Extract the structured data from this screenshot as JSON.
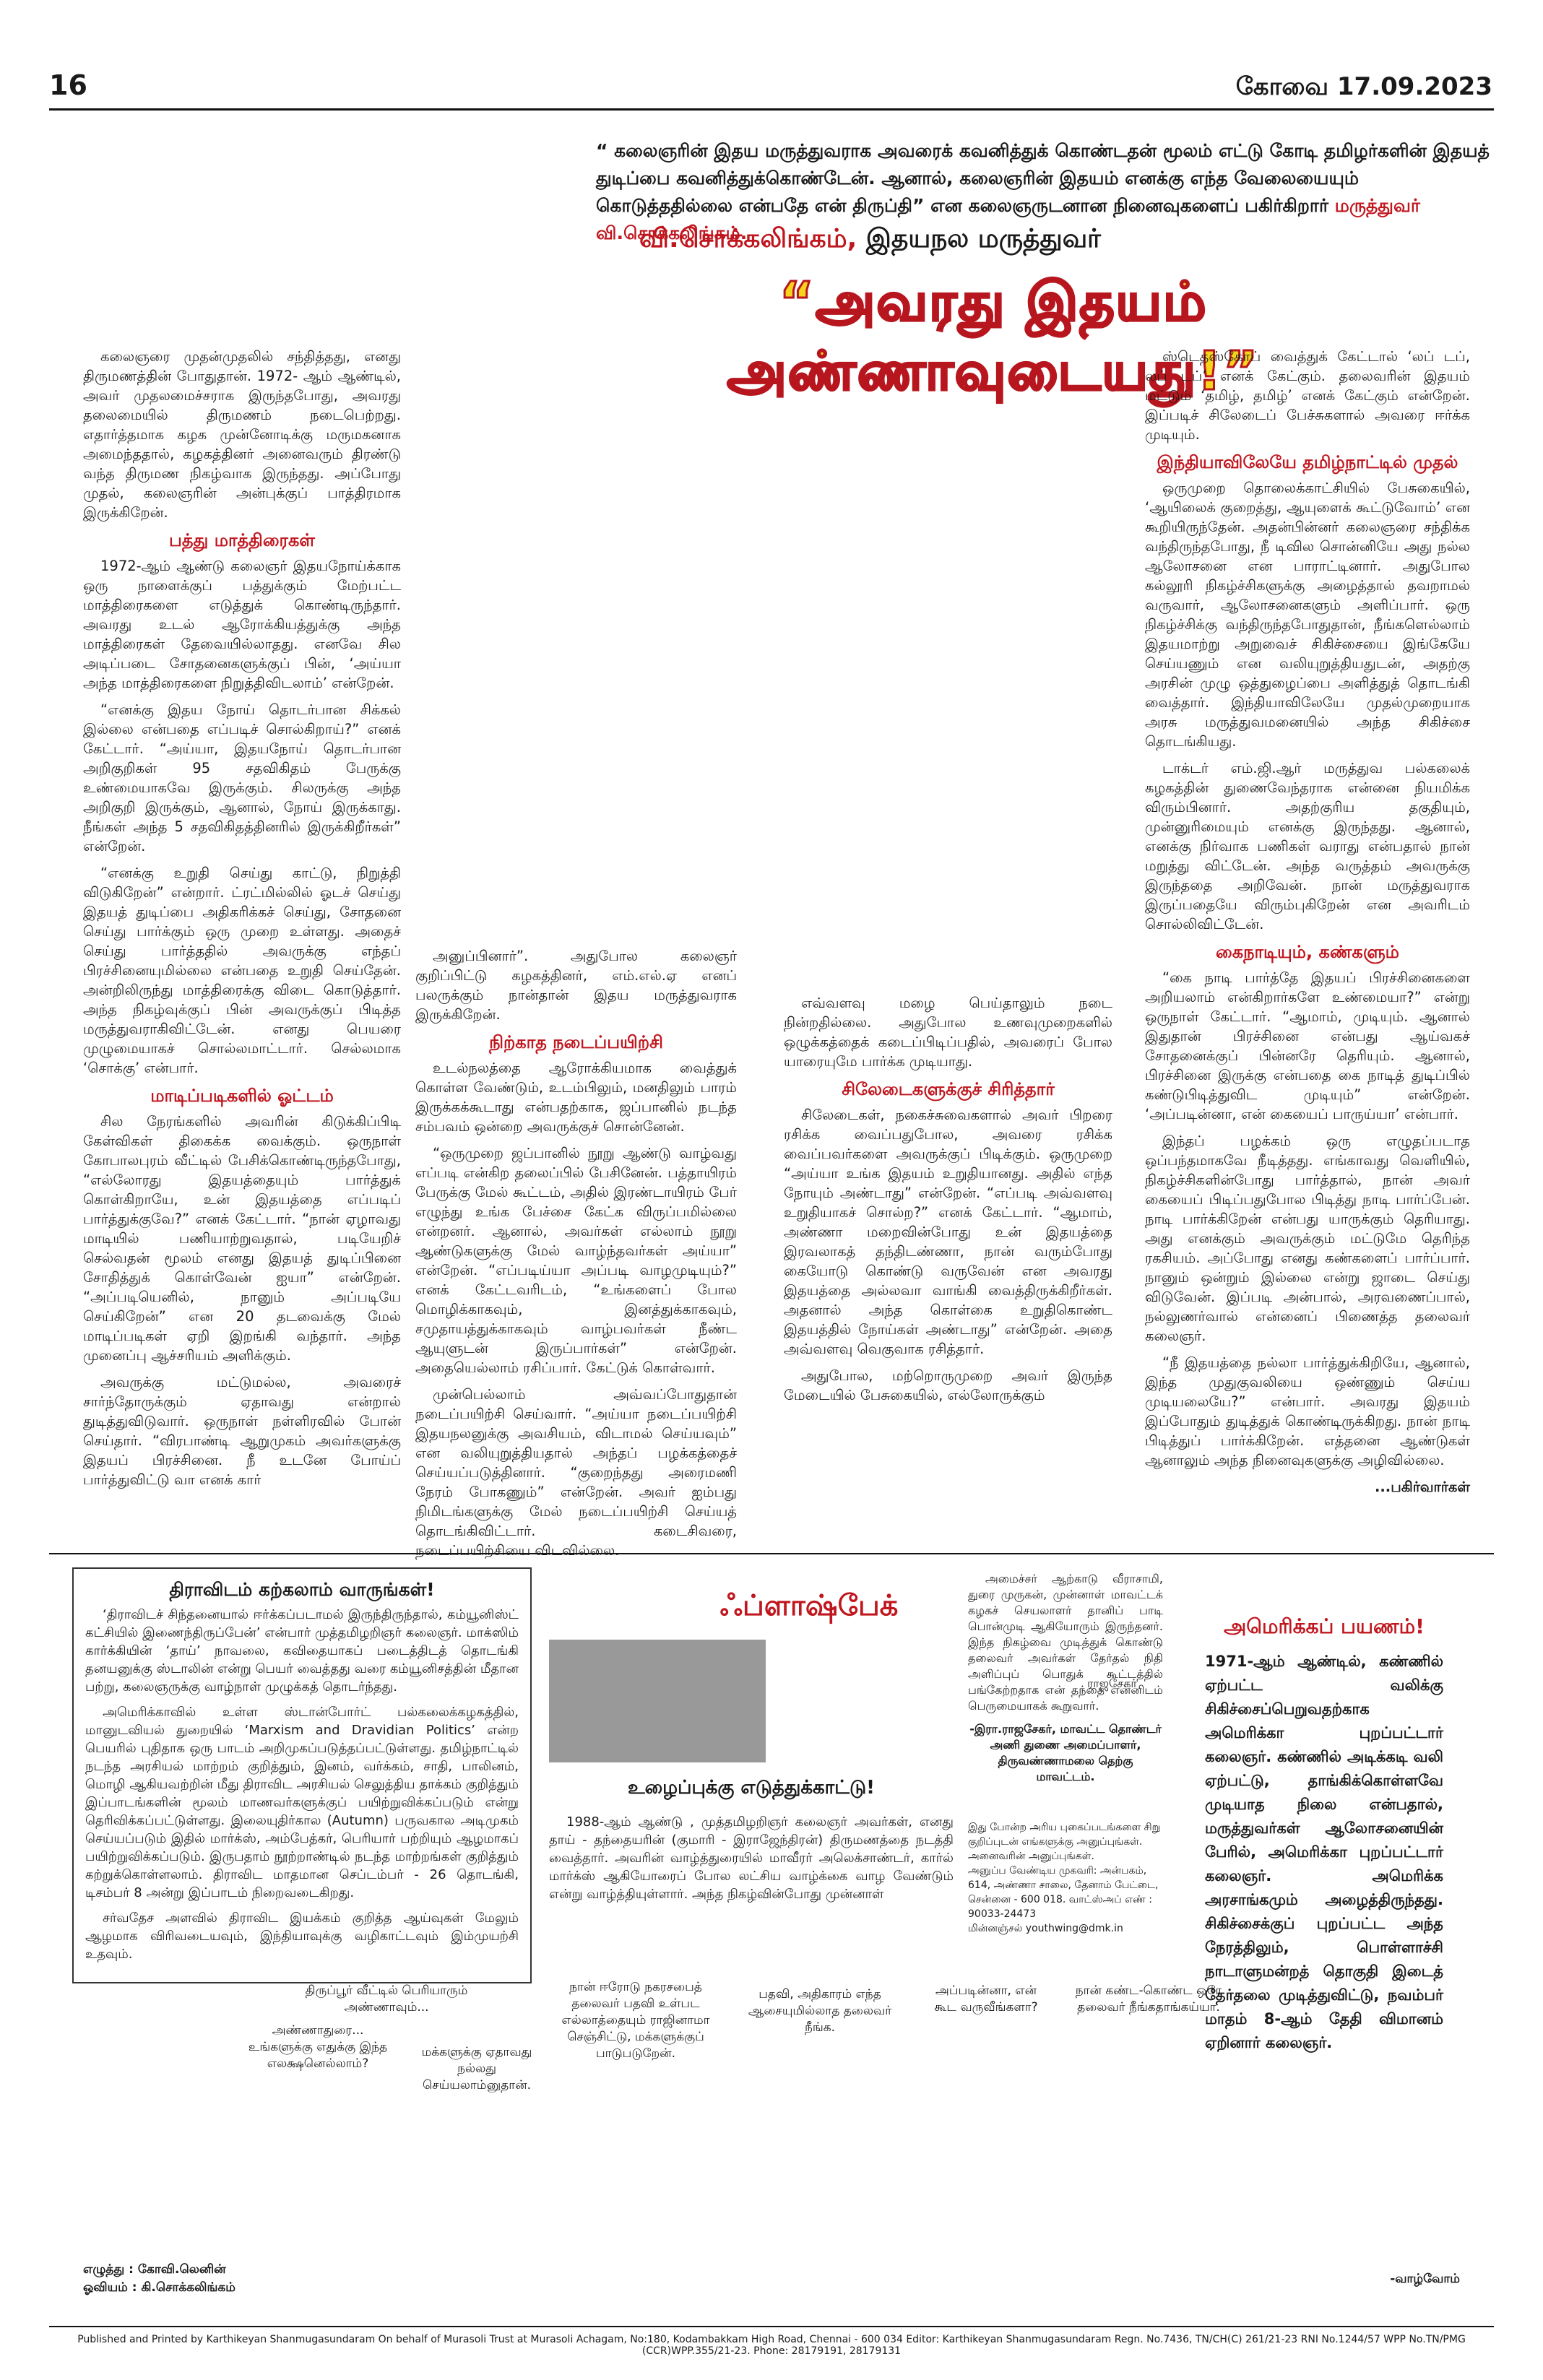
{
  "masthead": {
    "page_number": "16",
    "dateline": "கோவை  17.09.2023"
  },
  "intro": {
    "quote": "“ கலைஞரின் இதய மருத்துவராக அவரைக் கவனித்துக் கொண்டதன் மூலம் எட்டு கோடி தமிழர்களின் இதயத் துடிப்பை கவனித்துக்கொண்டேன். ஆனால், கலைஞரின் இதயம் எனக்கு எந்த வேலையையும் கொடுத்ததில்லை என்பதே என் திருப்தி” என கலைஞருடனான நினைவுகளைப் பகிர்கிறார்",
    "quote_credit": "மருத்துவர் வி.சொக்கலிங்கம்."
  },
  "byline": {
    "name": "வி.சொக்கலிங்கம்,",
    "role": "இதயநல மருத்துவர்"
  },
  "headline": "“அவரது இதயம் அண்ணாவுடையது!”",
  "columns": {
    "c1": {
      "p1": "கலைஞரை முதன்முதலில் சந்தித்தது, எனது திருமணத்தின் போதுதான். 1972- ஆம் ஆண்டில், அவர் முதலமைச்சராக இருந்தபோது, அவரது தலைமையில் திருமணம் நடைபெற்றது. எதார்த்தமாக கழக முன்னோடிக்கு மருமகனாக அமைந்ததால், கழகத்தினர் அனைவரும் திரண்டு வந்த திருமண நிகழ்வாக இருந்தது. அப்போது முதல், கலைஞரின் அன்புக்குப் பாத்திரமாக இருக்கிறேன்.",
      "s1": "பத்து மாத்திரைகள்",
      "p2": "1972-ஆம் ஆண்டு கலைஞர் இதயநோய்க்காக ஒரு நாளைக்குப் பத்துக்கும் மேற்பட்ட மாத்திரைகளை எடுத்துக் கொண்டிருந்தார். அவரது உடல் ஆரோக்கியத்துக்கு அந்த மாத்திரைகள் தேவையில்லாதது. எனவே சில அடிப்படை சோதனைகளுக்குப் பின், ‘அய்யா அந்த மாத்திரைகளை நிறுத்திவிடலாம்’ என்றேன்.",
      "p3": "“எனக்கு இதய நோய் தொடர்பான சிக்கல் இல்லை என்பதை எப்படிச் சொல்கிறாய்?” எனக் கேட்டார். “அய்யா, இதயநோய் தொடர்பான அறிகுறிகள் 95 சதவிகிதம் பேருக்கு உண்மையாகவே இருக்கும். சிலருக்கு அந்த அறிகுறி இருக்கும், ஆனால், நோய் இருக்காது. நீங்கள் அந்த 5 சதவிகிதத்தினரில் இருக்கிறீர்கள்” என்றேன்.",
      "p4": "“எனக்கு உறுதி செய்து காட்டு, நிறுத்தி விடுகிறேன்” என்றார். ட்ரட்மில்லில் ஓடச் செய்து இதயத் துடிப்பை அதிகரிக்கச் செய்து, சோதனை செய்து பார்க்கும் ஒரு முறை உள்ளது. அதைச் செய்து பார்த்ததில் அவருக்கு எந்தப் பிரச்சினையுமில்லை என்பதை உறுதி செய்தேன். அன்றிலிருந்து மாத்திரைக்கு விடை கொடுத்தார். அந்த நிகழ்வுக்குப் பின் அவருக்குப் பிடித்த மருத்துவராகிவிட்டேன். எனது பெயரை முழுமையாகச் சொல்லமாட்டார். செல்லமாக ‘சொக்கு’ என்பார்.",
      "s2": "மாடிப்படிகளில் ஓட்டம்",
      "p5": "சில நேரங்களில் அவரின் கிடுக்கிப்பிடி கேள்விகள் திகைக்க வைக்கும். ஒருநாள் கோபாலபுரம் வீட்டில் பேசிக்கொண்டிருந்தபோது, “எல்லோரது இதயத்தையும் பார்த்துக் கொள்கிறாயே, உன் இதயத்தை எப்படிப் பார்த்துக்குவே?” எனக் கேட்டார். “நான் ஏழாவது மாடியில் பணியாற்றுவதால், படியேறிச் செல்வதன் மூலம் எனது இதயத் துடிப்பினை சோதித்துக் கொள்வேன் ஐயா” என்றேன். “அப்படியெனில், நானும் அப்படியே செய்கிறேன்” என 20 தடவைக்கு மேல் மாடிப்படிகள் ஏறி இறங்கி வந்தார். அந்த முனைப்பு ஆச்சரியம் அளிக்கும்.",
      "p6": "அவருக்கு மட்டுமல்ல, அவரைச் சார்ந்தோருக்கும் ஏதாவது என்றால் துடித்துவிடுவார். ஒருநாள் நள்ளிரவில் போன் செய்தார். “விரபாண்டி ஆறுமுகம் அவர்களுக்கு இதயப் பிரச்சினை. நீ உடனே போய்ப் பார்த்துவிட்டு வா எனக் கார்"
    },
    "c2": {
      "p1": "அனுப்பினார்”. அதுபோல கலைஞர் குறிப்பிட்டு கழகத்தினர், எம்.எல்.ஏ எனப் பலருக்கும் நான்தான் இதய மருத்துவராக இருக்கிறேன்.",
      "s1": "நிற்காத நடைப்பயிற்சி",
      "p2": "உடல்நலத்தை ஆரோக்கியமாக வைத்துக் கொள்ள வேண்டும், உடம்பிலும், மனதிலும் பாரம் இருக்கக்கூடாது என்பதற்காக, ஜப்பானில் நடந்த சம்பவம் ஒன்றை அவருக்குச் சொன்னேன்.",
      "p3": "“ஒருமுறை ஜப்பானில் நூறு ஆண்டு வாழ்வது எப்படி என்கிற தலைப்பில் பேசினேன். பத்தாயிரம் பேருக்கு மேல் கூட்டம், அதில் இரண்டாயிரம் பேர் எழுந்து உங்க பேச்சை கேட்க விருப்பமில்லை என்றனர். ஆனால், அவர்கள் எல்லாம் நூறு ஆண்டுகளுக்கு மேல் வாழ்ந்தவர்கள் அய்யா” என்றேன். “எப்படிய்யா அப்படி வாழமுடியும்?” எனக் கேட்டவரிடம், “உங்களைப் போல மொழிக்காகவும், இனத்துக்காகவும், சமுதாயத்துக்காகவும் வாழ்பவர்கள் நீண்ட ஆயுளுடன் இருப்பார்கள்” என்றேன். அதையெல்லாம் ரசிப்பார். கேட்டுக் கொள்வார்.",
      "p4": "முன்பெல்லாம் அவ்வப்போதுதான் நடைப்பயிற்சி செய்வார். “அய்யா நடைப்பயிற்சி இதயநலனுக்கு அவசியம், விடாமல் செய்யவும்” என வலியுறுத்தியதால் அந்தப் பழக்கத்தைச் செய்யப்படுத்தினார். “குறைந்தது அரைமணி நேரம் போகணும்” என்றேன். அவர் ஐம்பது நிமிடங்களுக்கு மேல் நடைப்பயிற்சி செய்யத் தொடங்கிவிட்டார். கடைசிவரை, நடைப்பயிற்சியை விடவில்லை."
    },
    "c3": {
      "p1": "எவ்வளவு மழை பெய்தாலும் நடை நின்றதில்லை. அதுபோல உணவுமுறைகளில் ஒழுக்கத்தைக் கடைப்பிடிப்பதில், அவரைப் போல யாரையுமே பார்க்க முடியாது.",
      "s1": "சிலேடைகளுக்குச் சிரித்தார்",
      "p2": "சிலேடைகள், நகைச்சுவைகளால் அவர் பிறரை ரசிக்க வைப்பதுபோல, அவரை ரசிக்க வைப்பவர்களை அவருக்குப் பிடிக்கும். ஒருமுறை “அய்யா உங்க இதயம் உறுதியானது. அதில் எந்த நோயும் அண்டாது” என்றேன். “எப்படி அவ்வளவு உறுதியாகச் சொல்ற?” எனக் கேட்டார். “ஆமாம், அண்ணா மறைவின்போது உன் இதயத்தை இரவலாகத் தந்திடண்ணா, நான் வரும்போது கையோடு கொண்டு வருவேன் என அவரது இதயத்தை அல்லவா வாங்கி வைத்திருக்கிறீர்கள். அதனால் அந்த கொள்கை உறுதிகொண்ட இதயத்தில் நோய்கள் அண்டாது” என்றேன். அதை அவ்வளவு வெகுவாக ரசித்தார்.",
      "p3": "அதுபோல, மற்றொருமுறை அவர் இருந்த மேடையில் பேசுகையில், எல்லோருக்கும்"
    },
    "c4": {
      "p1": "ஸ்டெதஸ்கோப் வைத்துக் கேட்டால் ‘லப் டப், லப் டப்’ எனக் கேட்கும். தலைவரின் இதயம் மட்டும் ‘தமிழ், தமிழ்’ எனக் கேட்கும் என்றேன். இப்படிச் சிலேடைப் பேச்சுகளால் அவரை ஈர்க்க முடியும்.",
      "s1": "இந்தியாவிலேயே தமிழ்நாட்டில் முதல்",
      "p2": "ஒருமுறை தொலைக்காட்சியில் பேசுகையில், ‘ஆயிலைக் குறைத்து, ஆயுளைக் கூட்டுவோம்’ என கூறியிருந்தேன். அதன்பின்னர் கலைஞரை சந்திக்க வந்திருந்தபோது, நீ டிவில சொன்னியே அது நல்ல ஆலோசனை என பாராட்டினார். அதுபோல கல்லூரி நிகழ்ச்சிகளுக்கு அழைத்தால் தவறாமல் வருவார், ஆலோசனைகளும் அளிப்பார். ஒரு நிகழ்ச்சிக்கு வந்திருந்தபோதுதான், நீங்களெல்லாம் இதயமாற்று அறுவைச் சிகிச்சையை இங்கேயே செய்யணும் என வலியுறுத்தியதுடன், அதற்கு அரசின் முழு ஒத்துழைப்பை அளித்துத் தொடங்கி வைத்தார். இந்தியாவிலேயே முதல்முறையாக அரசு மருத்துவமனையில் அந்த சிகிச்சை தொடங்கியது.",
      "p3": "டாக்டர் எம்.ஜி.ஆர் மருத்துவ பல்கலைக் கழகத்தின் துணைவேந்தராக என்னை நியமிக்க விரும்பினார். அதற்குரிய தகுதியும், முன்னுரிமையும் எனக்கு இருந்தது. ஆனால், எனக்கு நிர்வாக பணிகள் வராது என்பதால் நான் மறுத்து விட்டேன். அந்த வருத்தம் அவருக்கு இருந்ததை அறிவேன். நான் மருத்துவராக இருப்பதையே விரும்புகிறேன் என அவரிடம் சொல்லிவிட்டேன்.",
      "s2": "கைநாடியும், கண்களும்",
      "p4": "“கை நாடி பார்த்தே இதயப் பிரச்சினைகளை அறியலாம் என்கிறார்களே உண்மையா?” என்று ஒருநாள் கேட்டார். “ஆமாம், முடியும். ஆனால் இதுதான் பிரச்சினை என்பது ஆய்வகச் சோதனைக்குப் பின்னரே தெரியும். ஆனால், பிரச்சினை இருக்கு என்பதை கை நாடித் துடிப்பில் கண்டுபிடித்துவிட முடியும்” என்றேன். ‘அப்படின்னா, என் கையைப் பாருய்யா’ என்பார்.",
      "p5": "இந்தப் பழக்கம் ஒரு எழுதப்படாத ஒப்பந்தமாகவே நீடித்தது. எங்காவது வெளியில், நிகழ்ச்சிகளின்போது பார்த்தால், நான் அவர் கையைப் பிடிப்பதுபோல பிடித்து நாடி பார்ப்பேன். நாடி பார்க்கிறேன் என்பது யாருக்கும் தெரியாது. அது எனக்கும் அவருக்கும் மட்டுமே தெரிந்த ரகசியம். அப்போது எனது கண்களைப் பார்ப்பார். நானும் ஒன்றும் இல்லை என்று ஜாடை செய்து விடுவேன். இப்படி அன்பால், அரவணைப்பால், நல்லுணர்வால் என்னைப் பிணைத்த தலைவர் கலைஞர்.",
      "p6": "“நீ இதயத்தை நல்லா பார்த்துக்கிறியே, ஆனால், இந்த முதுகுவலியை ஒண்ணும் செய்ய முடியலையே?” என்பார். அவரது இதயம் இப்போதும் துடித்துக் கொண்டிருக்கிறது. நான் நாடி பிடித்துப் பார்க்கிறேன். எத்தனை ஆண்டுகள் ஆனாலும் அந்த நினைவுகளுக்கு அழிவில்லை.",
      "sign": "...பகிர்வார்கள்"
    }
  },
  "dravidam": {
    "title": "திராவிடம் கற்கலாம் வாருங்கள்!",
    "p1": "‘திராவிடச் சிந்தனையால் ஈர்க்கப்படாமல் இருந்திருந்தால், கம்யூனிஸ்ட் கட்சியில் இணைந்திருப்பேன்’ என்பார் முத்தமிழறிஞர் கலைஞர். மாக்ஸிம் கார்க்கியின் ‘தாய்’ நாவலை, கவிதையாகப் படைத்திடத் தொடங்கி தனயனுக்கு ஸ்டாலின் என்று பெயர் வைத்தது வரை கம்யூனிசத்தின் மீதான பற்று, கலைஞருக்கு வாழ்நாள் முழுக்கத் தொடர்ந்தது.",
    "p2": "அமெரிக்காவில் உள்ள ஸ்டான்போர்ட் பல்கலைக்கழகத்தில், மானுடவியல் துறையில் ‘Marxism and Dravidian Politics’ என்ற பெயரில் புதிதாக ஒரு பாடம் அறிமுகப்படுத்தப்பட்டுள்ளது. தமிழ்நாட்டில் நடந்த அரசியல் மாற்றம் குறித்தும், இனம், வர்க்கம், சாதி, பாலினம், மொழி ஆகியவற்றின் மீது திராவிட அரசியல் செலுத்திய தாக்கம் குறித்தும் இப்பாடங்களின் மூலம் மாணவர்களுக்குப் பயிற்றுவிக்கப்படும் என்று தெரிவிக்கப்பட்டுள்ளது. இலையுதிர்கால (Autumn) பருவகால அடிமுகம் செய்யப்படும் இதில் மார்க்ஸ், அம்பேத்கர், பெரியார் பற்றியும் ஆழமாகப் பயிற்றுவிக்கப்படும். இருபதாம் நூற்றாண்டில் நடந்த மாற்றங்கள் குறித்தும் கற்றுக்கொள்ளலாம். திராவிட மாதமான செப்டம்பர் - 26 தொடங்கி, டிசம்பர் 8 அன்று இப்பாடம் நிறைவடைகிறது.",
    "p3": "சர்வதேச அளவில் திராவிட இயக்கம் குறித்த ஆய்வுகள் மேலும் ஆழமாக விரிவடையவும், இந்தியாவுக்கு வழிகாட்டவும் இம்முயற்சி உதவும்."
  },
  "flashback": {
    "title": "ஃப்ளாஷ்பேக்",
    "photo_caption": "ராஜசேகர்",
    "text": "அமைச்சர் ஆற்காடு வீராசாமி, துரை முருகன், முன்னாள் மாவட்டக் கழகச் செயலாளர் தானிப் பாடி பொன்முடி ஆகியோரும் இருந்தனர். இந்த நிகழ்வை முடித்துக் கொண்டு தலைவர் அவர்கள் தேர்தல் நிதி அளிப்புப் பொதுக் கூட்டத்தில் பங்கேற்றதாக என் தந்தை என்னிடம் பெருமையாகக் கூறுவார்.",
    "sign1": "-இரா.ராஜசேகர், மாவட்ட தொண்டர் அணி துணை அமைப்பாளர்,",
    "sign2": "திருவண்ணாமலை தெற்கு மாவட்டம்."
  },
  "invite": {
    "line1": "இது போன்ற அரிய புகைப்படங்களை சிறு குறிப்புடன் எங்களுக்கு அனுப்புங்கள்.",
    "line2": "அனைவரின் அனுப்புங்கள்.",
    "address": "அனுப்ப வேண்டிய முகவரி: அன்பகம், 614, அண்ணா சாலை, தேனாம் பேட்டை, சென்னை - 600 018. வாட்ஸ்அப் எண் : 90033-24473",
    "email": "மின்னஞ்சல் youthwing@dmk.in"
  },
  "labour": {
    "title": "உழைப்புக்கு எடுத்துக்காட்டு!",
    "text": "1988-ஆம் ஆண்டு , முத்தமிழறிஞர் கலைஞர் அவர்கள், எனது தாய் - தந்தையரின் (குமாரி - இராஜேந்திரன்) திருமணத்தை நடத்தி வைத்தார். அவரின் வாழ்த்துரையில் மாவீரர் அலெக்சாண்டர், கார்ல் மார்க்ஸ் ஆகியோரைப் போல லட்சிய வாழ்க்கை வாழ வேண்டும் என்று வாழ்த்தியுள்ளார். அந்த நிகழ்வின்போது முன்னாள்"
  },
  "america": {
    "title": "அமெரிக்கப் பயணம்!",
    "text": "1971-ஆம் ஆண்டில், கண்ணில் ஏற்பட்ட வலிக்கு சிகிச்சைப்பெறுவதற்காக அமெரிக்கா புறப்பட்டார் கலைஞர். கண்ணில் அடிக்கடி வலி ஏற்பட்டு, தாங்கிக்கொள்ளவே முடியாத நிலை என்பதால், மருத்துவர்கள் ஆலோசனையின் பேரில், அமெரிக்கா புறப்பட்டார் கலைஞர். அமெரிக்க அரசாங்கமும் அழைத்திருந்தது. சிகிச்சைக்குப் புறப்பட்ட அந்த நேரத்திலும், பொள்ளாச்சி நாடாளுமன்றத் தொகுதி இடைத் தேர்தலை முடித்துவிட்டு, நவம்பர் மாதம் 8-ஆம் தேதி விமானம் ஏறினார் கலைஞர்."
  },
  "cartoon": {
    "b1": "திருப்பூர் வீட்டில் பெரியாரும் அண்ணாவும்...",
    "b2": "அண்ணாதுரை... உங்களுக்கு எதுக்கு இந்த எலக்ஷனெல்லாம்?",
    "b3": "மக்களுக்கு ஏதாவது நல்லது செய்யலாம்னுதான்.",
    "b4": "நான் ஈரோடு நகரசபைத் தலைவர் பதவி உள்பட எல்லாத்தையும் ராஜினாமா செஞ்சிட்டு, மக்களுக்குப் பாடுபடுறேன்.",
    "b5": "பதவி, அதிகாரம் எந்த ஆசையுமில்லாத தலைவர் நீங்க.",
    "b6": "அப்படின்னா, என் கூட வருவீங்களா?",
    "b7": "நான் கண்ட-கொண்ட ஒரே தலைவர் நீங்கதாங்கய்யா."
  },
  "credits": {
    "writer": "எழுத்து : கோவி.லெனின்",
    "artist": "ஓவியம் : கி.சொக்கலிங்கம்",
    "more": "-வாழ்வோம்"
  },
  "imprint": "Published and Printed by Karthikeyan Shanmugasundaram On behalf of Murasoli Trust at Murasoli Achagam, No:180, Kodambakkam High Road, Chennai - 600 034 Editor: Karthikeyan Shanmugasundaram Regn. No.7436, TN/CH(C) 261/21-23 RNI No.1244/57 WPP No.TN/PMG (CCR)WPP.355/21-23. Phone: 28179191, 28179131",
  "colors": {
    "accent_red": "#c0161e",
    "headline_yellow": "#f6d41c"
  }
}
